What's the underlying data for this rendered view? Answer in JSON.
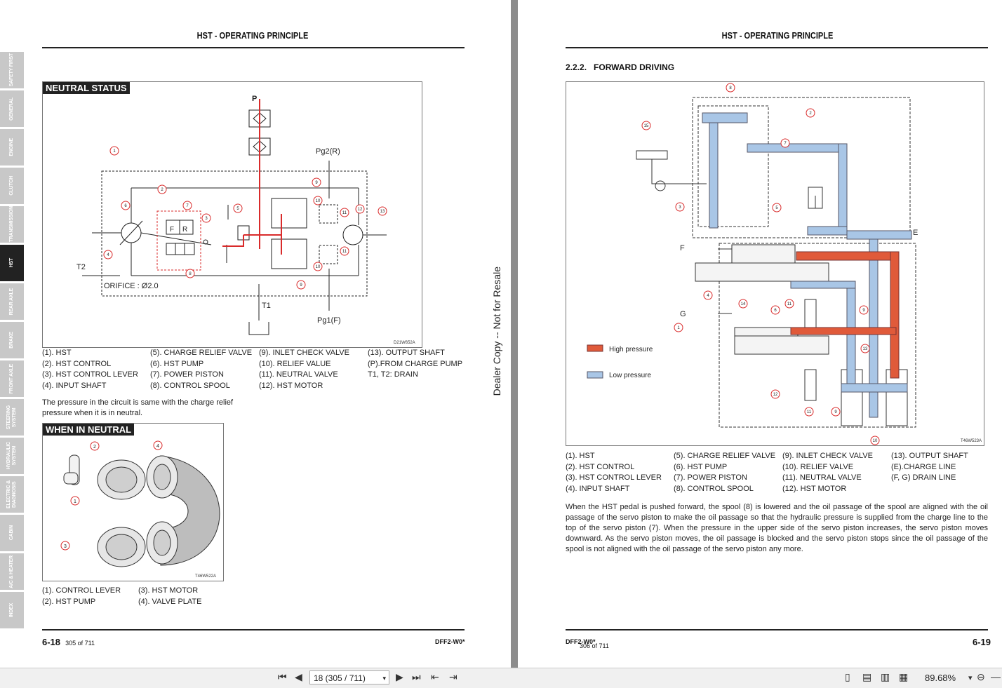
{
  "tabs": [
    {
      "label": "SAFETY FIRST",
      "active": false
    },
    {
      "label": "GENERAL",
      "active": false
    },
    {
      "label": "ENGINE",
      "active": false
    },
    {
      "label": "CLUTCH",
      "active": false
    },
    {
      "label": "TRANSMISSION",
      "active": false
    },
    {
      "label": "HST",
      "active": true
    },
    {
      "label": "REAR AXLE",
      "active": false
    },
    {
      "label": "BRAKE",
      "active": false
    },
    {
      "label": "FRONT AXLE",
      "active": false
    },
    {
      "label": "STEERING\nSYSTEM",
      "active": false
    },
    {
      "label": "HYDRAULIC\nSYSTEM",
      "active": false
    },
    {
      "label": "ELECTRIC &\nDIAGNOSIS",
      "active": false
    },
    {
      "label": "CABIN",
      "active": false
    },
    {
      "label": "A/C & HEATER",
      "active": false
    },
    {
      "label": "INDEX",
      "active": false
    }
  ],
  "left": {
    "header": "HST - OPERATING PRINCIPLE",
    "fig1": {
      "label": "NEUTRAL STATUS",
      "code": "D21W652A",
      "texts": {
        "p": "P",
        "pg2": "Pg2(R)",
        "pg1": "Pg1(F)",
        "t2": "T2",
        "t1": "T1",
        "orifice": "ORIFICE : Ø2.0",
        "f": "F",
        "r": "R"
      }
    },
    "legend1": [
      [
        "(1). HST",
        "(5). CHARGE RELIEF VALVE",
        "(9). INLET CHECK VALVE",
        "(13). OUTPUT SHAFT"
      ],
      [
        "(2). HST CONTROL",
        "(6). HST PUMP",
        "(10). RELIEF VALUE",
        "(P).FROM CHARGE PUMP"
      ],
      [
        "(3). HST CONTROL LEVER",
        "(7). POWER PISTON",
        "(11). NEUTRAL VALVE",
        "T1, T2: DRAIN"
      ],
      [
        "(4). INPUT SHAFT",
        "(8). CONTROL SPOOL",
        "(12). HST MOTOR",
        ""
      ]
    ],
    "para": "The pressure in the circuit is same with the charge relief pressure when it is in neutral.",
    "fig2": {
      "label": "WHEN IN NEUTRAL",
      "code": "T46W522A"
    },
    "legend2": [
      [
        "(1). CONTROL LEVER",
        "(3). HST MOTOR"
      ],
      [
        "(2). HST PUMP",
        "(4). VALVE PLATE"
      ]
    ],
    "footer": {
      "page": "6-18",
      "count": "305 of 711",
      "doc": "DFF2-W0*"
    }
  },
  "watermark": "Dealer Copy -- Not for Resale",
  "right": {
    "header": "HST - OPERATING PRINCIPLE",
    "section": "2.2.2.   FORWARD DRIVING",
    "fig": {
      "code": "T46W523A",
      "high": "High pressure",
      "low": "Low pressure",
      "texts": {
        "e": "E",
        "f": "F",
        "g": "G"
      }
    },
    "legend": [
      [
        "(1). HST",
        "(5). CHARGE RELIEF VALVE",
        "(9). INLET CHECK VALVE",
        "(13). OUTPUT SHAFT"
      ],
      [
        "(2). HST CONTROL",
        "(6). HST PUMP",
        "(10). RELIEF VALVE",
        "(E).CHARGE LINE"
      ],
      [
        "(3). HST CONTROL LEVER",
        "(7). POWER PISTON",
        "(11). NEUTRAL VALVE",
        "(F, G) DRAIN LINE"
      ],
      [
        "(4). INPUT SHAFT",
        "(8). CONTROL SPOOL",
        "(12). HST MOTOR",
        ""
      ]
    ],
    "para": "When the HST pedal is pushed forward, the spool (8) is lowered and the oil passage of the spool are aligned with the oil passage of the servo piston to make the oil passage so that the hydraulic pressure is supplied from the charge line to the top of the servo piston (7). When the pressure in the upper side of the servo piston increases, the servo piston moves downward. As the servo piston moves, the oil passage is blocked and the servo piston stops since the oil passage of the spool is not aligned with the oil passage of the servo piston any more.",
    "footer": {
      "page": "6-19",
      "count": "306 of 711",
      "doc": "DFF2-W0*"
    }
  },
  "toolbar": {
    "page_field": "18 (305 / 711)",
    "zoom": "89.68%"
  },
  "colors": {
    "high": "#e05a3a",
    "low": "#a9c6e6",
    "red_line": "#d92b2b"
  }
}
